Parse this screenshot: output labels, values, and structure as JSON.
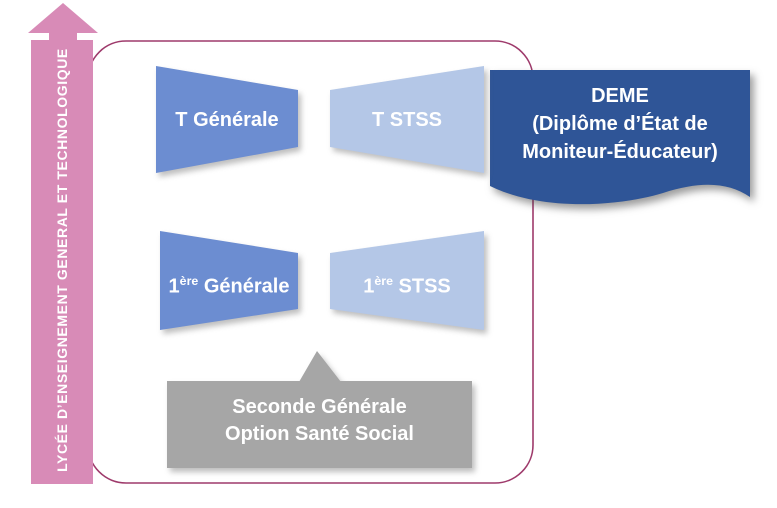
{
  "diagram": {
    "title_arrow": {
      "label": "LYCÉE D’ENSEIGNEMENT GENERAL ET TECHNOLOGIQUE"
    },
    "boxes": {
      "t_generale": {
        "label": "T Générale"
      },
      "t_stss": {
        "label": "T STSS"
      },
      "premiere_generale": {
        "num": "1",
        "sup": "ère",
        "rest": " Générale"
      },
      "premiere_stss": {
        "num": "1",
        "sup": "ère",
        "rest": " STSS"
      },
      "deme": {
        "line1": "DEME",
        "line2": "(Diplôme d’État de",
        "line3": "Moniteur-Éducateur)"
      },
      "seconde": {
        "line1": "Seconde Générale",
        "line2": "Option Santé Social"
      }
    },
    "colors": {
      "pink": "#D88BB7",
      "medium_blue": "#6C8DD1",
      "light_blue": "#B4C7E7",
      "dark_blue": "#2F5597",
      "gray": "#A6A6A6",
      "border": "#9E3A6B",
      "white": "#FFFFFF"
    }
  }
}
